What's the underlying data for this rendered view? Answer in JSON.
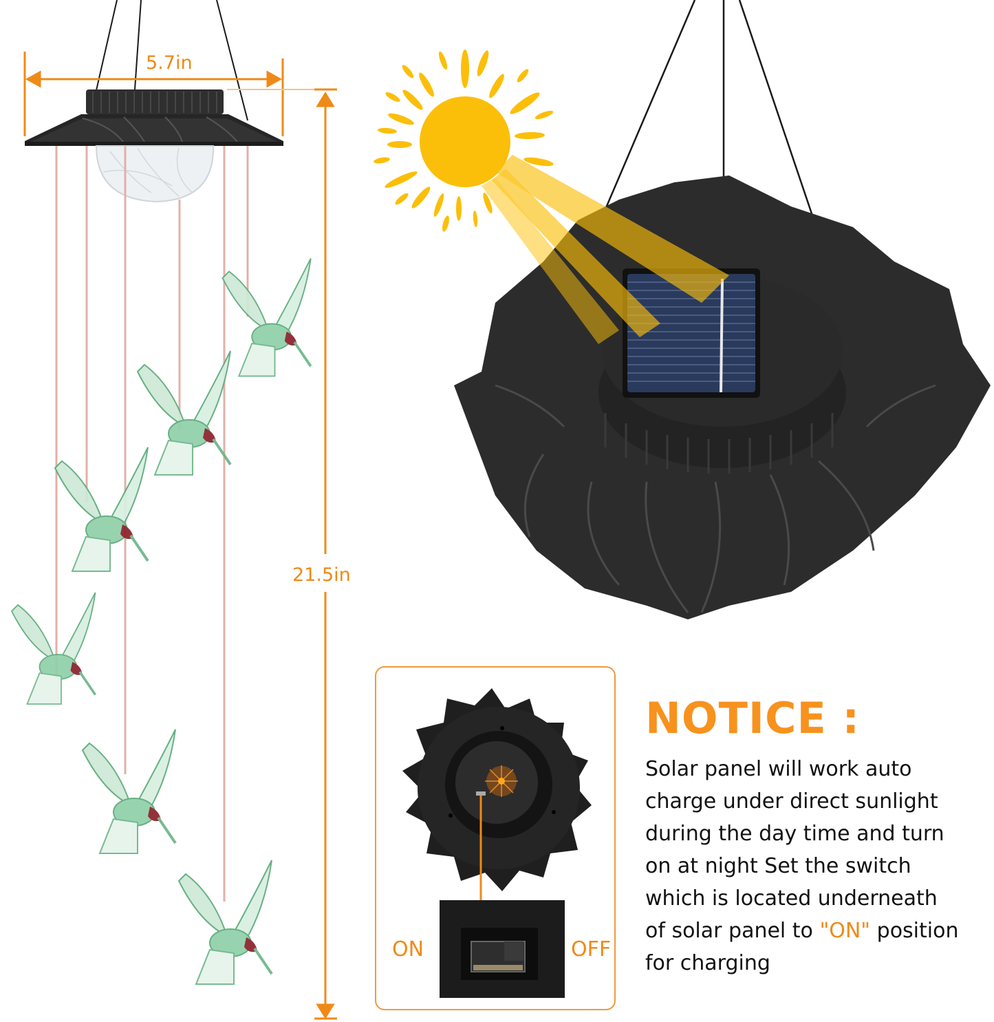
{
  "dimensions": {
    "width_label": "5.7in",
    "height_label": "21.5in",
    "accent_color": "#ef8a17"
  },
  "notice": {
    "title": "NOTICE :",
    "lines": [
      "Solar panel will work auto",
      "charge under direct sunlight",
      "during the day time and turn",
      "on at night Set the switch",
      "which is located underneath"
    ],
    "line6_prefix": "of solar panel to ",
    "line6_highlight": "\"ON\"",
    "line6_suffix": " position",
    "line7": "for charging",
    "title_color": "#f7921e",
    "body_color": "#111111"
  },
  "switch_inset": {
    "on_label": "ON",
    "off_label": "OFF",
    "switch_state": "ON",
    "indicator_color": "#ff8a00"
  },
  "product": {
    "hummingbird_count": 6,
    "bird_color": "#7fc79a",
    "beak_throat_color": "#8a1f2a",
    "housing_color": "#2a2a2a",
    "sun_color": "#fbbf0a"
  }
}
